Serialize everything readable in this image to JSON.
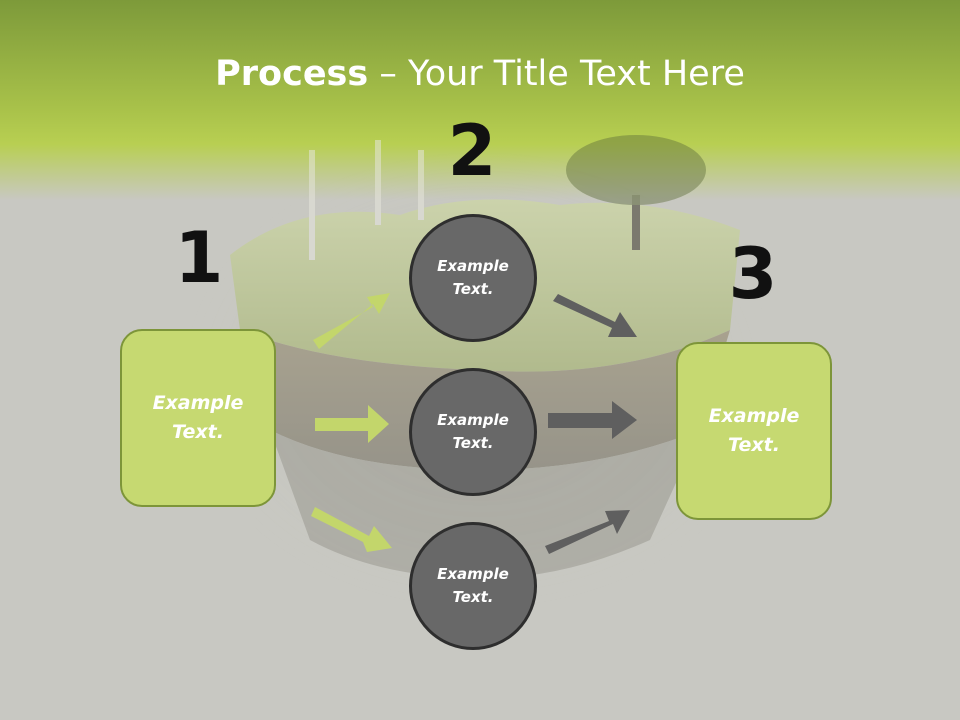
{
  "title": {
    "bold": "Process",
    "rest": " – Your Title Text Here"
  },
  "steps": [
    "1",
    "2",
    "3"
  ],
  "boxes": {
    "left": "Example Text.",
    "right": "Example Text."
  },
  "circles": [
    "Example Text.",
    "Example Text.",
    "Example Text."
  ],
  "colors": {
    "accent_green": "#c6d971",
    "accent_border": "#7d9539",
    "circle_fill": "#686868",
    "circle_border": "#2e2e2e",
    "left_arrows": "#c3d66b",
    "right_arrows": "#5f5f5f",
    "header_top": "#7d9a3a",
    "header_mid": "#b5cc4f",
    "background": "#c8c8c2"
  }
}
